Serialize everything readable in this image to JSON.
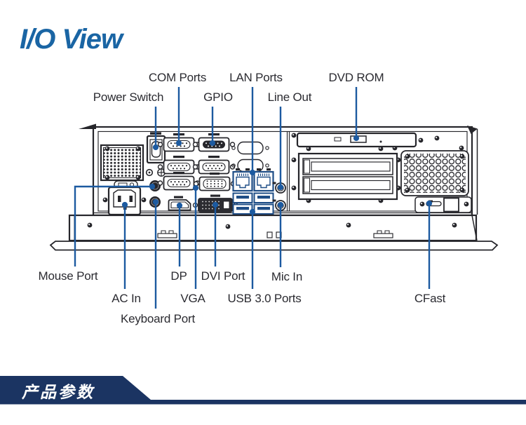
{
  "title": "I/O View",
  "banner": {
    "text": "产品参数"
  },
  "colors": {
    "title_blue": "#1A65A4",
    "leader_blue": "#1C5AA0",
    "banner_navy": "#1B3462",
    "line_dark": "#26262B",
    "port_blue": "#1E4D86"
  },
  "labels": {
    "top": {
      "power_switch": "Power Switch",
      "com_ports": "COM Ports",
      "gpio": "GPIO",
      "lan_ports": "LAN Ports",
      "line_out": "Line Out",
      "dvd_rom": "DVD ROM"
    },
    "bottom": {
      "mouse_port": "Mouse Port",
      "ac_in": "AC In",
      "keyboard_port": "Keyboard Port",
      "dp": "DP",
      "vga": "VGA",
      "dvi_port": "DVI Port",
      "usb_ports": "USB 3.0 Ports",
      "mic_in": "Mic In",
      "cfast": "CFast"
    }
  }
}
